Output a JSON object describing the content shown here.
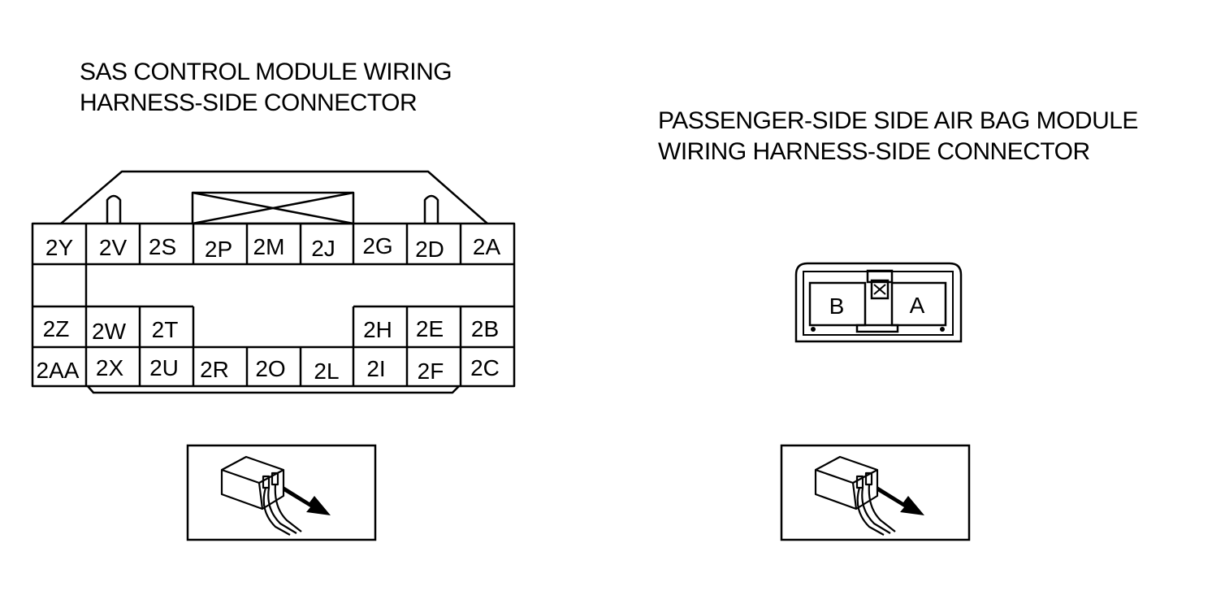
{
  "sas_connector": {
    "title_line1": "SAS CONTROL MODULE WIRING",
    "title_line2": "HARNESS-SIDE CONNECTOR",
    "top_row": [
      "2Y",
      "2V",
      "2S",
      "2P",
      "2M",
      "2J",
      "2G",
      "2D",
      "2A"
    ],
    "middle_left": [
      "2Z",
      "2W",
      "2T"
    ],
    "middle_right": [
      "2H",
      "2E",
      "2B"
    ],
    "bottom_row": [
      "2AA",
      "2X",
      "2U",
      "2R",
      "2O",
      "2L",
      "2I",
      "2F",
      "2C"
    ]
  },
  "passenger_connector": {
    "title_line1": "PASSENGER-SIDE SIDE AIR BAG MODULE",
    "title_line2": "WIRING HARNESS-SIDE CONNECTOR",
    "terminals": [
      "B",
      "A"
    ]
  },
  "icons": {
    "left": "harness-side-probe-icon",
    "right": "harness-side-probe-icon"
  }
}
